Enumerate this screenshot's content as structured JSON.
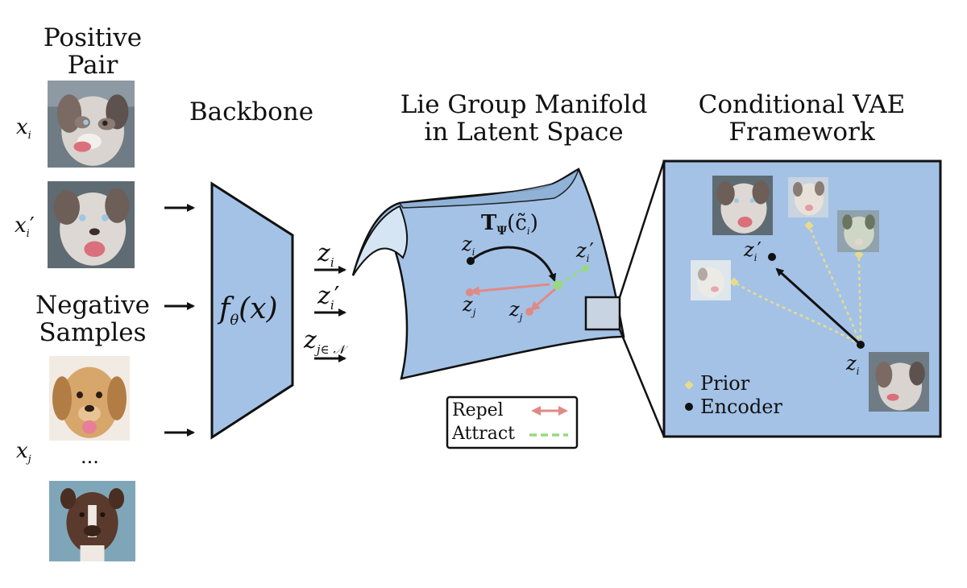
{
  "titles": {
    "positive_pair": "Positive\nPair",
    "negative_samples": "Negative\nSamples",
    "backbone": "Backbone",
    "manifold": "Lie Group Manifold\nin Latent Space",
    "cvae": "Conditional VAE\nFramework"
  },
  "input_labels": {
    "xi": "x",
    "xi_sub": "i",
    "xi_prime": "x",
    "xi_prime_sub": "i",
    "xi_prime_mark": "′",
    "xj": "x",
    "xj_sub": "j",
    "ellipsis": "..."
  },
  "backbone": {
    "label": "f",
    "label_sub": "θ",
    "label_arg": "(x)"
  },
  "embeddings": {
    "zi": "z",
    "zi_sub": "i",
    "zi_prime": "z",
    "zi_prime_sub": "i",
    "zi_prime_mark": "′",
    "zj_set": "z",
    "zj_set_sub": "j∈ 𝒩"
  },
  "manifold": {
    "transform_T": "T",
    "transform_sub": "Ψ",
    "transform_arg": "(c̃",
    "transform_arg_sub": "i",
    "transform_close": ")",
    "zi": "z",
    "zi_sub": "i",
    "zi_prime": "z",
    "zi_prime_sub": "i",
    "zi_prime_mark": "′",
    "zj1": "z",
    "zj1_sub": "j",
    "zj2": "z",
    "zj2_sub": "j"
  },
  "legend": {
    "repel": "Repel",
    "attract": "Attract",
    "colors": {
      "repel": "#e08a86",
      "attract": "#98d882"
    }
  },
  "cvae": {
    "zi_prime": "z",
    "zi_prime_sub": "i",
    "zi_prime_mark": "′",
    "zi": "z",
    "zi_sub": "i",
    "prior": "Prior",
    "encoder": "Encoder",
    "colors": {
      "panel": "#a4c2e6",
      "prior": "#e8dc8a",
      "encoder": "#111111"
    }
  },
  "colors": {
    "backbone_fill": "#a4c2e6",
    "manifold_fill": "#a4c2e6",
    "manifold_edge": "#c8dcef"
  }
}
